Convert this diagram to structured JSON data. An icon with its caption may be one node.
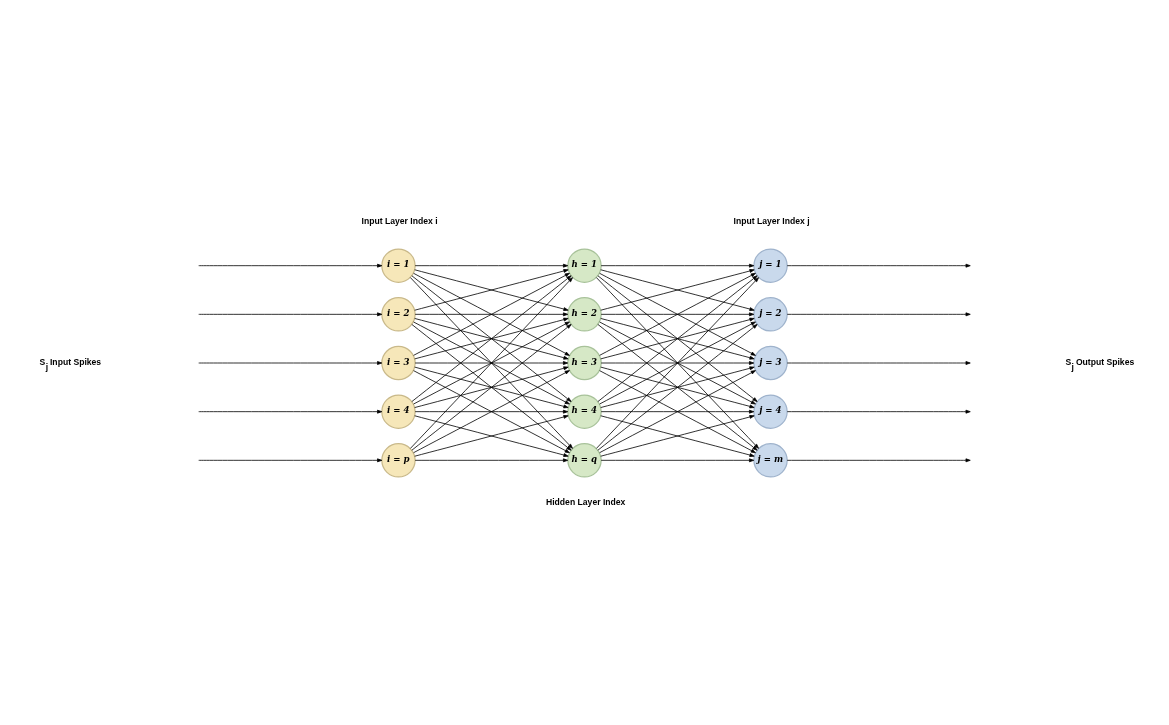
{
  "diagram": {
    "nodes": [
      {
        "text": [
          "i = 1"
        ]
      },
      {
        "text": [
          "i = 2"
        ]
      },
      {
        "text": [
          "i = 3"
        ]
      },
      {
        "text": [
          "i = 4"
        ]
      },
      {
        "text": [
          "i = p"
        ]
      },
      {
        "text": [
          "h = 1"
        ]
      },
      {
        "text": [
          "h = 2"
        ]
      },
      {
        "text": [
          "h = 3"
        ]
      },
      {
        "text": [
          "h = 4"
        ]
      },
      {
        "text": [
          "h = q"
        ]
      },
      {
        "text": [
          "j = 1"
        ]
      },
      {
        "text": [
          "j = 2"
        ]
      },
      {
        "text": [
          "j = 3"
        ]
      },
      {
        "text": [
          "j = 4"
        ]
      },
      {
        "text": [
          "j = m"
        ]
      }
    ],
    "edges": [
      {
        "from": null,
        "to": 0,
        "arrow": "to"
      },
      {
        "from": null,
        "to": 1,
        "arrow": "to"
      },
      {
        "from": null,
        "to": 2,
        "arrow": "to"
      },
      {
        "from": null,
        "to": 3,
        "arrow": "to"
      },
      {
        "from": null,
        "to": 4,
        "arrow": "to"
      },
      {
        "from": 0,
        "to": 5,
        "arrow": "to"
      },
      {
        "from": 0,
        "to": 6,
        "arrow": "to"
      },
      {
        "from": 0,
        "to": 7,
        "arrow": "to"
      },
      {
        "from": 0,
        "to": 8,
        "arrow": "to"
      },
      {
        "from": 0,
        "to": 9,
        "arrow": "to"
      },
      {
        "from": 1,
        "to": 5,
        "arrow": "to"
      },
      {
        "from": 1,
        "to": 6,
        "arrow": "to"
      },
      {
        "from": 1,
        "to": 7,
        "arrow": "to"
      },
      {
        "from": 1,
        "to": 8,
        "arrow": "to"
      },
      {
        "from": 1,
        "to": 9,
        "arrow": "to"
      },
      {
        "from": 2,
        "to": 5,
        "arrow": "to"
      },
      {
        "from": 2,
        "to": 6,
        "arrow": "to"
      },
      {
        "from": 2,
        "to": 7,
        "arrow": "to"
      },
      {
        "from": 2,
        "to": 8,
        "arrow": "to"
      },
      {
        "from": 2,
        "to": 9,
        "arrow": "to"
      },
      {
        "from": 3,
        "to": 5,
        "arrow": "to"
      },
      {
        "from": 3,
        "to": 6,
        "arrow": "to"
      },
      {
        "from": 3,
        "to": 7,
        "arrow": "to"
      },
      {
        "from": 3,
        "to": 8,
        "arrow": "to"
      },
      {
        "from": 3,
        "to": 9,
        "arrow": "to"
      },
      {
        "from": 4,
        "to": 5,
        "arrow": "to"
      },
      {
        "from": 4,
        "to": 6,
        "arrow": "to"
      },
      {
        "from": 4,
        "to": 7,
        "arrow": "to"
      },
      {
        "from": 4,
        "to": 8,
        "arrow": "to"
      },
      {
        "from": 4,
        "to": 9,
        "arrow": "to"
      },
      {
        "from": 5,
        "to": 10,
        "arrow": "to"
      },
      {
        "from": 5,
        "to": 11,
        "arrow": "to"
      },
      {
        "from": 5,
        "to": 12,
        "arrow": "to"
      },
      {
        "from": 5,
        "to": 13,
        "arrow": "to"
      },
      {
        "from": 5,
        "to": 14,
        "arrow": "to"
      },
      {
        "from": 6,
        "to": 10,
        "arrow": "to"
      },
      {
        "from": 6,
        "to": 11,
        "arrow": "to"
      },
      {
        "from": 6,
        "to": 12,
        "arrow": "to"
      },
      {
        "from": 6,
        "to": 13,
        "arrow": "to"
      },
      {
        "from": 6,
        "to": 14,
        "arrow": "to"
      },
      {
        "from": 7,
        "to": 10,
        "arrow": "to"
      },
      {
        "from": 7,
        "to": 11,
        "arrow": "to"
      },
      {
        "from": 7,
        "to": 12,
        "arrow": "to"
      },
      {
        "from": 7,
        "to": 13,
        "arrow": "to"
      },
      {
        "from": 7,
        "to": 14,
        "arrow": "to"
      },
      {
        "from": 8,
        "to": 10,
        "arrow": "to"
      },
      {
        "from": 8,
        "to": 11,
        "arrow": "to"
      },
      {
        "from": 8,
        "to": 12,
        "arrow": "to"
      },
      {
        "from": 8,
        "to": 13,
        "arrow": "to"
      },
      {
        "from": 8,
        "to": 14,
        "arrow": "to"
      },
      {
        "from": 9,
        "to": 10,
        "arrow": "to"
      },
      {
        "from": 9,
        "to": 11,
        "arrow": "to"
      },
      {
        "from": 9,
        "to": 12,
        "arrow": "to"
      },
      {
        "from": 9,
        "to": 13,
        "arrow": "to"
      },
      {
        "from": 9,
        "to": 14,
        "arrow": "to"
      },
      {
        "from": 10,
        "to": null,
        "arrow": "to"
      },
      {
        "from": 11,
        "to": null,
        "arrow": "to"
      },
      {
        "from": 12,
        "to": null,
        "arrow": "to"
      },
      {
        "from": 13,
        "to": null,
        "arrow": "to"
      },
      {
        "from": 14,
        "to": null,
        "arrow": "to"
      }
    ],
    "labels": [
      "S$_{j}$ Input Spikes",
      "Input Layer Index i",
      "Input Layer Index j",
      "S$_{j}$ Output Spikes",
      "Hidden Layer Index"
    ]
  }
}
